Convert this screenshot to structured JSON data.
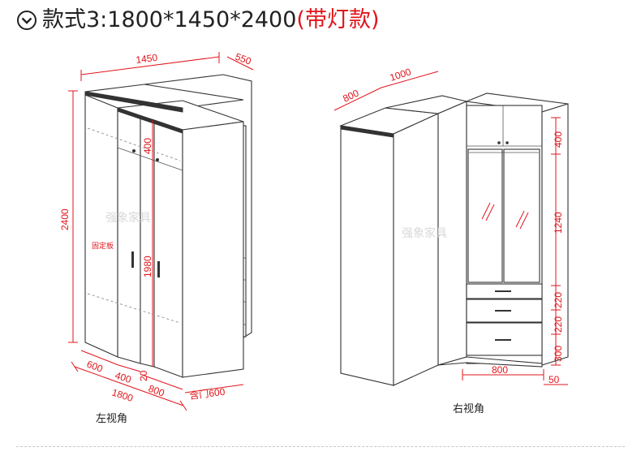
{
  "header": {
    "title": "款式3:1800*1450*2400",
    "tag": "(带灯款)",
    "icon": "chevron-down-circle-icon"
  },
  "left_view": {
    "caption": "左视角",
    "watermark": "强象家具",
    "fixed_panel": "固定板",
    "dims": {
      "top_width": "1450",
      "top_depth": "550",
      "height": "2400",
      "upper_section": "400",
      "door_height": "1980",
      "base_a": "600",
      "base_b": "400",
      "base_c": "20",
      "base_d": "800",
      "total": "1800",
      "door_incl": "含门600"
    }
  },
  "right_view": {
    "caption": "右视角",
    "watermark": "强象家具",
    "dims": {
      "top_a": "800",
      "top_b": "1000",
      "upper": "400",
      "glass": "1240",
      "drawer1": "220",
      "drawer2": "220",
      "bottom": "300",
      "base_width": "800",
      "side": "50"
    }
  },
  "colors": {
    "accent": "#e0151b",
    "line": "#333333"
  }
}
